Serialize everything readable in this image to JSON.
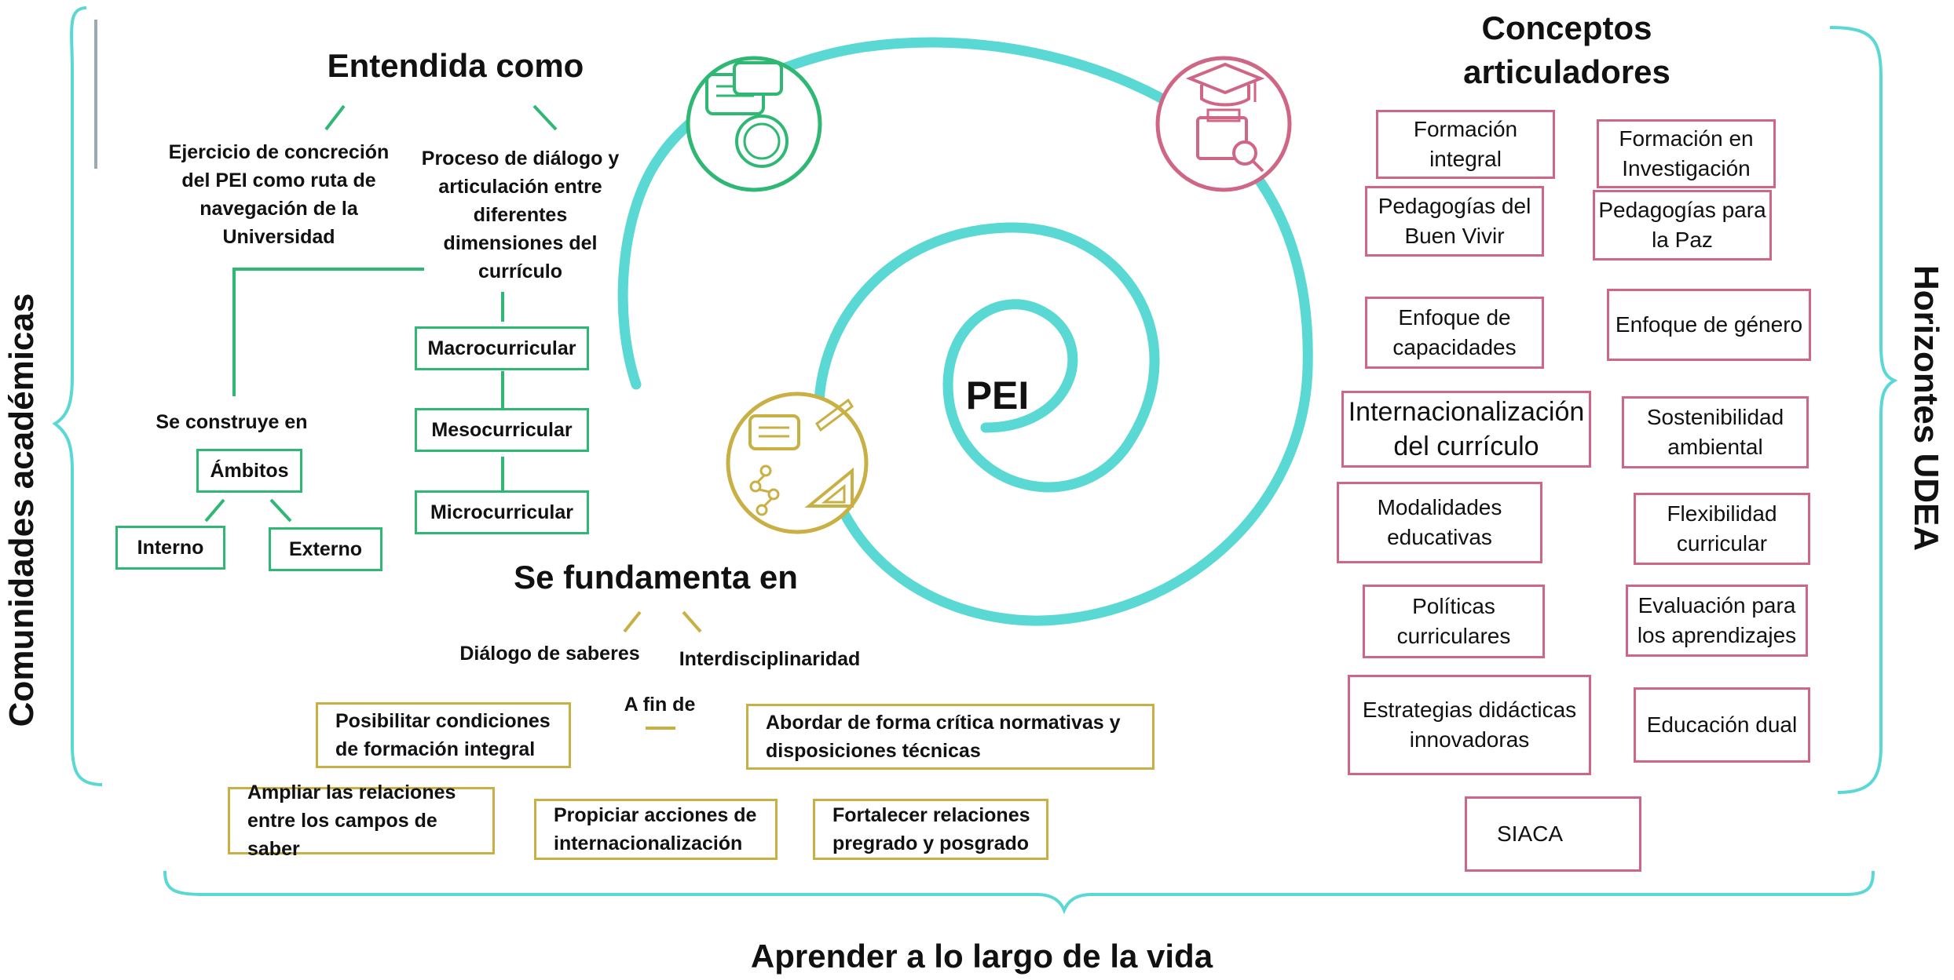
{
  "colors": {
    "spiral": "#5ad8d4",
    "green": "#2fb874",
    "pink": "#d06686",
    "gold": "#c9b045",
    "text": "#111111"
  },
  "center": {
    "label": "PEI"
  },
  "left_side": {
    "label": "Comunidades académicas"
  },
  "right_side": {
    "label": "Horizontes UDEA"
  },
  "bottom": {
    "label": "Aprender a lo largo de la vida"
  },
  "entendida": {
    "title": "Entendida como",
    "left_text": "Ejercicio de concreción del PEI como ruta de navegación de la Universidad",
    "right_text": "Proceso de diálogo y articulación entre diferentes dimensiones del currículo",
    "construye_label": "Se construye en",
    "ambitos": "Ámbitos",
    "interno": "Interno",
    "externo": "Externo",
    "levels": [
      "Macrocurricular",
      "Mesocurricular",
      "Microcurricular"
    ]
  },
  "fundamenta": {
    "title": "Se fundamenta en",
    "dialogo": "Diálogo de saberes",
    "interdisciplinariedad": "Interdisciplinaridad",
    "afin": "A fin de",
    "boxes": [
      "Posibilitar condiciones de formación integral",
      "Abordar de forma crítica normativas y disposiciones técnicas",
      "Ampliar las relaciones entre los campos de saber",
      "Propiciar acciones de internacionalización",
      "Fortalecer relaciones pregrado y posgrado"
    ]
  },
  "conceptos": {
    "title": "Conceptos articuladores",
    "items": [
      "Formación integral",
      "Formación en Investigación",
      "Pedagogías del Buen Vivir",
      "Pedagogías para la Paz",
      "Enfoque de capacidades",
      "Enfoque de género",
      "Internacionalización del currículo",
      "Sostenibilidad ambiental",
      "Modalidades educativas",
      "Flexibilidad curricular",
      "Políticas curriculares",
      "Evaluación para los aprendizajes",
      "Estrategias didácticas innovadoras",
      "Educación dual",
      "SIACA"
    ]
  },
  "icons": {
    "green_circle": "chat-compass-icon",
    "pink_circle": "graduation-research-icon",
    "gold_circle": "chat-geometry-icon"
  }
}
